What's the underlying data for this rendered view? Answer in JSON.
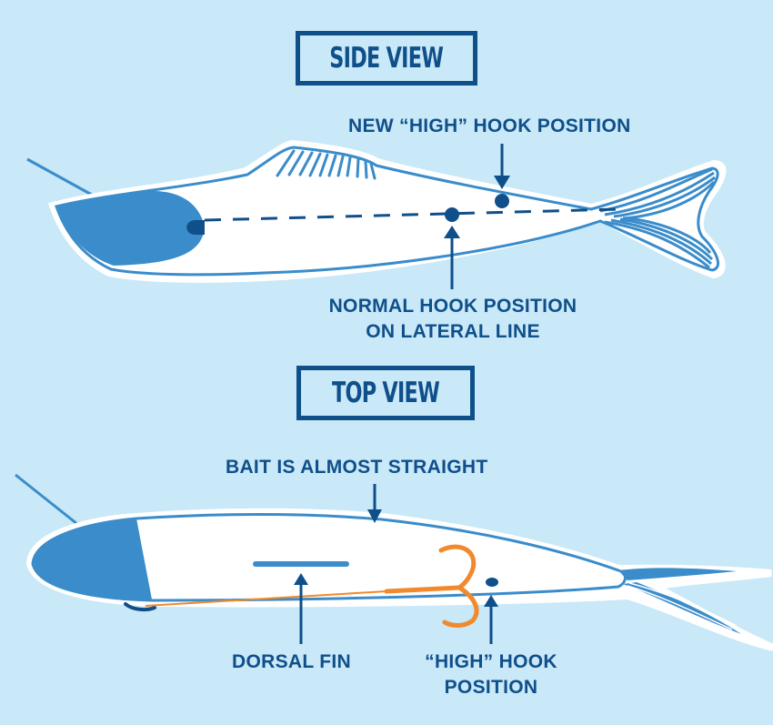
{
  "side_view": {
    "title": "SIDE VIEW",
    "labels": {
      "high_hook": "NEW “HIGH” HOOK POSITION",
      "normal_hook_line1": "NORMAL HOOK POSITION",
      "normal_hook_line2": "ON LATERAL LINE"
    }
  },
  "top_view": {
    "title": "TOP VIEW",
    "labels": {
      "straight": "BAIT IS ALMOST STRAIGHT",
      "dorsal_fin": "DORSAL FIN",
      "high_hook_line1": "“HIGH” HOOK",
      "high_hook_line2": "POSITION"
    }
  },
  "colors": {
    "background": "#c9e8f8",
    "outline": "#3a8ccb",
    "dark_blue": "#0f4f8a",
    "head_fill": "#3a8ccb",
    "body_fill": "#ffffff",
    "hook_orange": "#f08a2c"
  }
}
